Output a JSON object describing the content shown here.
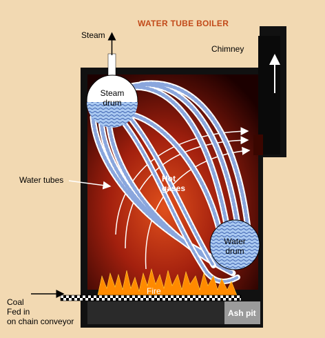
{
  "diagram": {
    "title": "WATER TUBE BOILER",
    "labels": {
      "steam": "Steam",
      "chimney": "Chimney",
      "steam_drum_line1": "Steam",
      "steam_drum_line2": "drum",
      "water_tubes": "Water tubes",
      "hot_gases_line1": "Hot",
      "hot_gases_line2": "gases",
      "water_drum_line1": "Water",
      "water_drum_line2": "drum",
      "fire": "Fire",
      "ash_pit": "Ash pit",
      "coal_line1": "Coal",
      "coal_line2": "Fed in",
      "coal_line3": "on chain conveyor"
    },
    "colors": {
      "background": "#f2d9b2",
      "boiler_wall": "#111111",
      "furnace_glow": "#c8341a",
      "water": "#a9c8f0",
      "tubes": "#ffffff",
      "title": "#c24a1a",
      "fire": "#ff8a00"
    }
  }
}
